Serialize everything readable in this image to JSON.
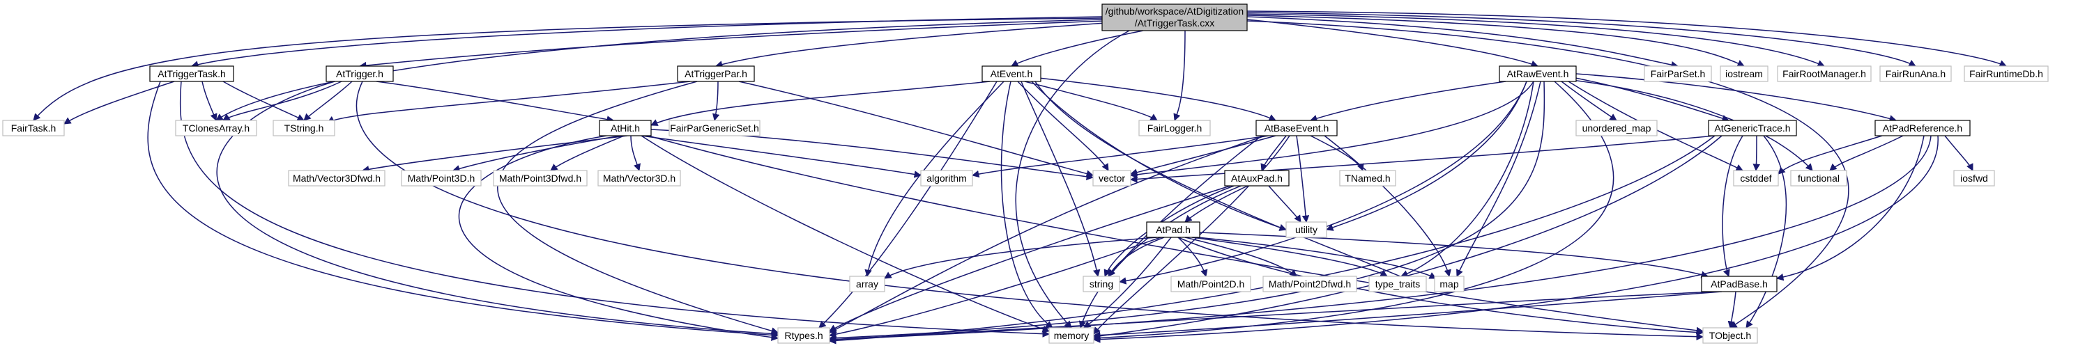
{
  "graph": {
    "nodes": {
      "root_line1": "/github/workspace/AtDigitization",
      "root_line2": "/AtTriggerTask.cxx",
      "attriggertask": "AtTriggerTask.h",
      "attrigger": "AtTrigger.h",
      "attriggerpar": "AtTriggerPar.h",
      "atevent": "AtEvent.h",
      "atrawevent": "AtRawEvent.h",
      "fairparset": "FairParSet.h",
      "iostream": "iostream",
      "fairrootmanager": "FairRootManager.h",
      "fairrunana": "FairRunAna.h",
      "fairruntimedb": "FairRuntimeDb.h",
      "fairtask": "FairTask.h",
      "tclonesarray": "TClonesArray.h",
      "tstring": "TString.h",
      "athit": "AtHit.h",
      "fairpargenericset": "FairParGenericSet.h",
      "fairlogger": "FairLogger.h",
      "atbaseevent": "AtBaseEvent.h",
      "unordered_map": "unordered_map",
      "atgenerictrace": "AtGenericTrace.h",
      "atpadreference": "AtPadReference.h",
      "vector3dfwd": "Math/Vector3Dfwd.h",
      "point3d": "Math/Point3D.h",
      "point3dfwd": "Math/Point3Dfwd.h",
      "vector3d": "Math/Vector3D.h",
      "algorithm": "algorithm",
      "vector": "vector",
      "atauxpad": "AtAuxPad.h",
      "tnamed": "TNamed.h",
      "cstddef": "cstddef",
      "functional": "functional",
      "iosfwd": "iosfwd",
      "utility": "utility",
      "atpad": "AtPad.h",
      "array": "array",
      "string": "string",
      "point2d": "Math/Point2D.h",
      "point2dfwd": "Math/Point2Dfwd.h",
      "type_traits": "type_traits",
      "map": "map",
      "atpadbase": "AtPadBase.h",
      "rtypes": "Rtypes.h",
      "memory": "memory",
      "tobject": "TObject.h"
    }
  }
}
